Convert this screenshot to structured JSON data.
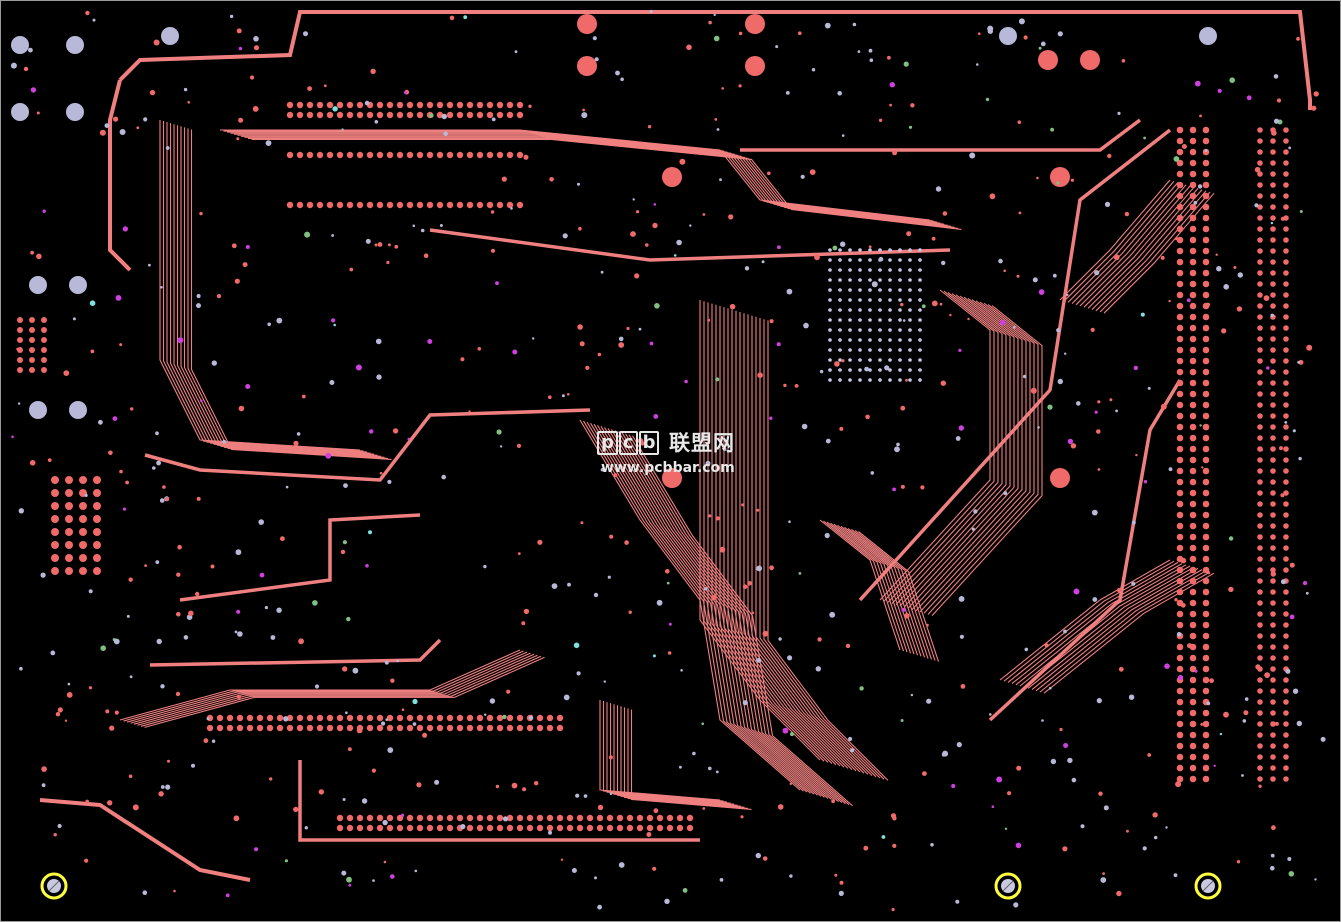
{
  "view": {
    "name": "PCB layout view",
    "colors": {
      "background": "#000000",
      "border": "#9a9a9a",
      "trace": "#f08080",
      "pad": "#f06a6a",
      "via": "#b8b8d8",
      "accent_magenta": "#d040e0",
      "accent_green": "#80c080",
      "accent_cyan": "#80e0e0",
      "mount_hole": "#ffff40"
    }
  },
  "watermark": {
    "brand_letters": [
      "p",
      "c",
      "b"
    ],
    "brand_cn": "联盟网",
    "url": "www.pcbbar.com"
  },
  "icons": {
    "mount_hole": "mounting-hole-icon",
    "via": "via-icon"
  }
}
